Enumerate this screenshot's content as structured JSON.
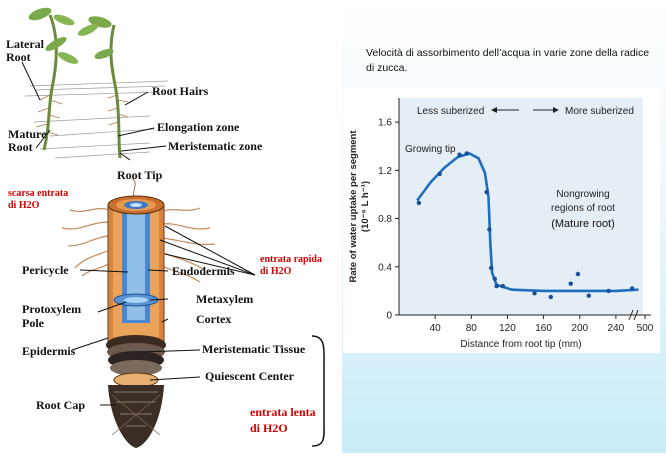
{
  "diagram": {
    "labels": {
      "lateral_root": "Lateral\nRoot",
      "root_hairs": "Root Hairs",
      "elongation_zone": "Elongation zone",
      "meristematic_zone": "Meristematic zone",
      "mature_root": "Mature\nRoot",
      "root_tip": "Root Tip",
      "pericycle": "Pericycle",
      "endodermis": "Endodermis",
      "metaxylem": "Metaxylem",
      "protoxylem_pole": "Protoxylem\nPole",
      "cortex": "Cortex",
      "epidermis": "Epidermis",
      "meristematic_tissue": "Meristematic Tissue",
      "quiescent_center": "Quiescent Center",
      "root_cap": "Root Cap"
    },
    "notes": {
      "scarsa": "scarsa entrata\ndi H2O",
      "rapida": "entrata rapida\ndi H2O",
      "lenta": "entrata lenta\ndi H2O"
    }
  },
  "caption": "Velocità di assorbimento dell’acqua in varie zone della radice di zucca.",
  "chart_data": {
    "type": "scatter",
    "ylabel": "Rate of water uptake per segment\n(10⁻⁶ L h⁻¹)",
    "xlabel": "Distance from root tip (mm)",
    "x_ticks": [
      "40",
      "80",
      "120",
      "160",
      "200",
      "240",
      "500"
    ],
    "y_ticks": [
      "0",
      "0.4",
      "0.8",
      "1.2",
      "1.6"
    ],
    "xlim": [
      0,
      270
    ],
    "ylim": [
      0,
      1.8
    ],
    "annotations": {
      "less": "Less suberized",
      "more": "More suberized",
      "growing_tip": "Growing tip",
      "nongrowing": "Nongrowing\nregions of root",
      "mature": "(Mature root)"
    },
    "series": [
      {
        "points": [
          [
            22,
            0.93
          ],
          [
            45,
            1.17
          ],
          [
            67,
            1.33
          ],
          [
            75,
            1.34
          ],
          [
            97,
            1.02
          ],
          [
            100,
            0.71
          ],
          [
            102,
            0.39
          ],
          [
            106,
            0.3
          ],
          [
            108,
            0.24
          ],
          [
            115,
            0.24
          ],
          [
            150,
            0.18
          ],
          [
            168,
            0.15
          ],
          [
            190,
            0.26
          ],
          [
            198,
            0.34
          ],
          [
            210,
            0.16
          ],
          [
            232,
            0.2
          ],
          [
            258,
            0.22
          ]
        ],
        "curve": [
          [
            20,
            0.95
          ],
          [
            35,
            1.1
          ],
          [
            50,
            1.22
          ],
          [
            65,
            1.31
          ],
          [
            78,
            1.34
          ],
          [
            88,
            1.3
          ],
          [
            95,
            1.18
          ],
          [
            99,
            0.98
          ],
          [
            101,
            0.6
          ],
          [
            103,
            0.35
          ],
          [
            108,
            0.25
          ],
          [
            125,
            0.21
          ],
          [
            160,
            0.2
          ],
          [
            200,
            0.2
          ],
          [
            240,
            0.2
          ],
          [
            265,
            0.21
          ]
        ]
      }
    ],
    "colors": {
      "curve": "#1e6fc0",
      "point": "#1a4f9c",
      "plot_bg": "#e4eef4",
      "axis": "#222222"
    }
  }
}
